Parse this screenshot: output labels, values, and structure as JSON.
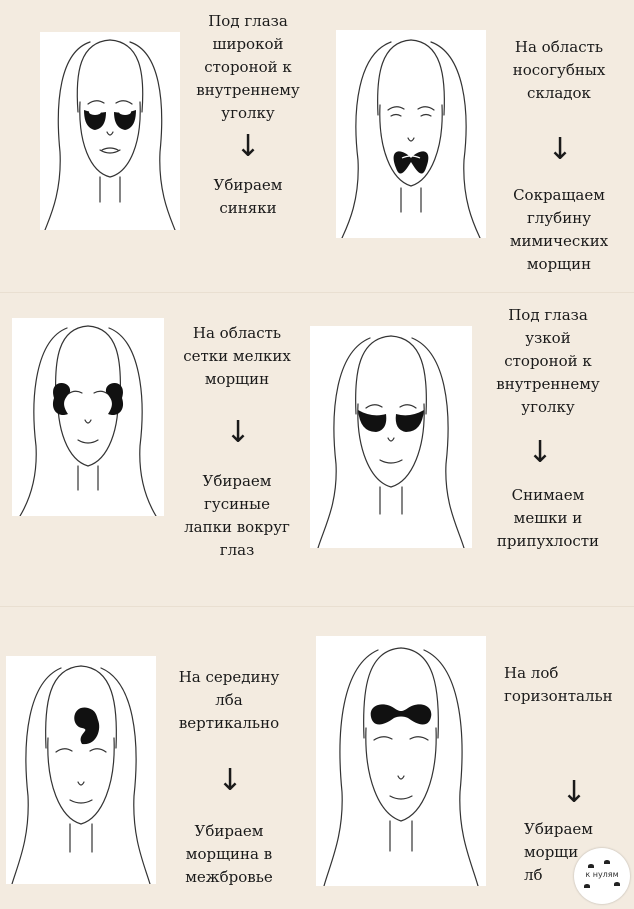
{
  "panels": [
    {
      "instruction": "Под глаза\nширокой\nстороной к\nвнутреннему\nуголку",
      "arrow": "↓",
      "result": "Убираем\nсиняки",
      "patch": "under-eye-wide"
    },
    {
      "instruction": "На область\nносогубных\nскладок",
      "arrow": "↓",
      "result": "Сокращаем\nглубину\nмимических\nморщин",
      "patch": "nasolabial"
    },
    {
      "instruction": "На область\nсетки мелких\nморщин",
      "arrow": "↓",
      "result": "Убираем\nгусиные\nлапки вокруг\nглаз",
      "patch": "crows-feet"
    },
    {
      "instruction": "Под глаза\nузкой\nстороной к\nвнутреннему\nуголку",
      "arrow": "↓",
      "result": "Снимаем\nмешки и\nприпухлости",
      "patch": "under-eye-narrow"
    },
    {
      "instruction": "На середину\nлба\nвертикально",
      "arrow": "↓",
      "result": "Убираем\nморщина в\nмежбровье",
      "patch": "forehead-vertical"
    },
    {
      "instruction": "На лоб\nгоризонтальн",
      "arrow": "↓",
      "result": "Убираем\nморщи\nлб",
      "patch": "forehead-horizontal"
    }
  ],
  "watermark": {
    "text": "к нулям"
  },
  "colors": {
    "background": "#f3ebe0",
    "patch": "#111111",
    "line": "#333333"
  }
}
